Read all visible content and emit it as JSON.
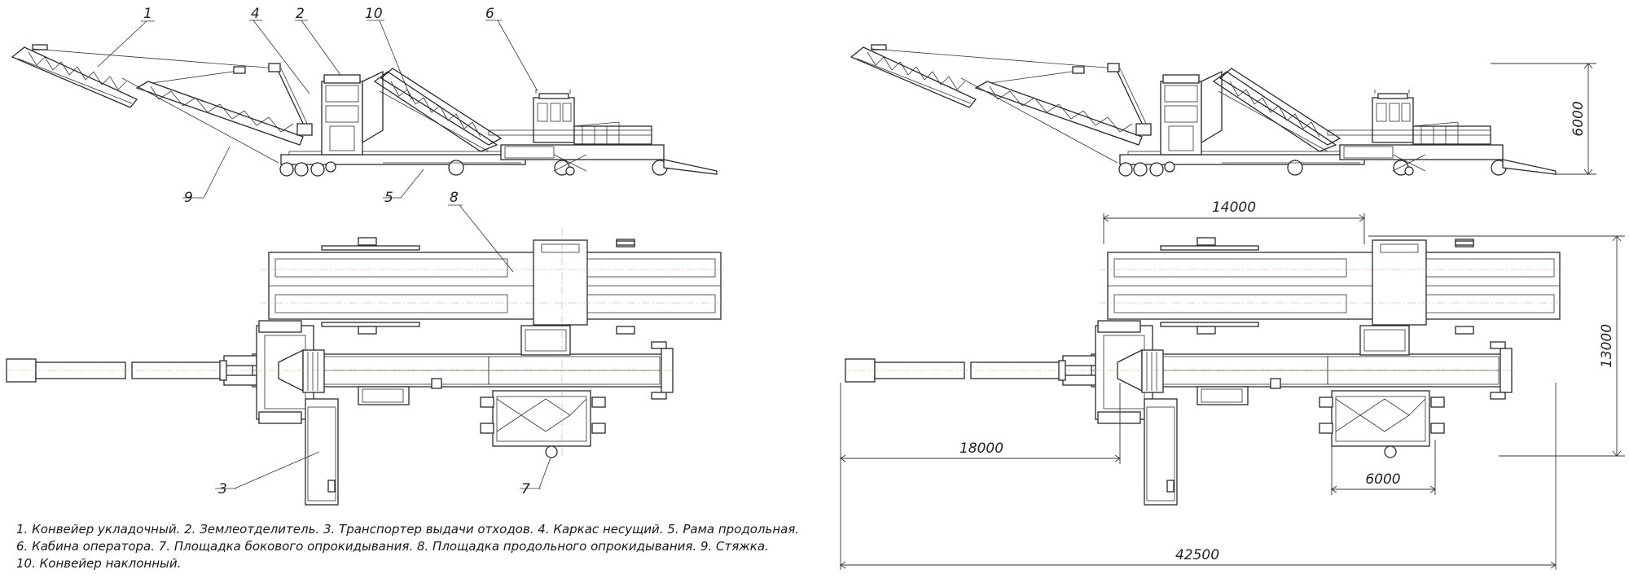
{
  "callouts": [
    "1",
    "2",
    "3",
    "4",
    "5",
    "6",
    "7",
    "8",
    "9",
    "10"
  ],
  "dimensions": {
    "height": "6000",
    "span_14000": "14000",
    "width_13000": "13000",
    "len_18000": "18000",
    "len_6000": "6000",
    "total_42500": "42500"
  },
  "legend": {
    "line1": "1. Конвейер укладочный. 2. Землеотделитель. 3. Транспортер выдачи отходов. 4. Каркас несущий. 5. Рама продольная.",
    "line2": "6. Кабина оператора. 7. Площадка бокового опрокидывания. 8. Площадка продольного опрокидывания. 9. Стяжка.",
    "line3": "10. Конвейер наклонный."
  }
}
